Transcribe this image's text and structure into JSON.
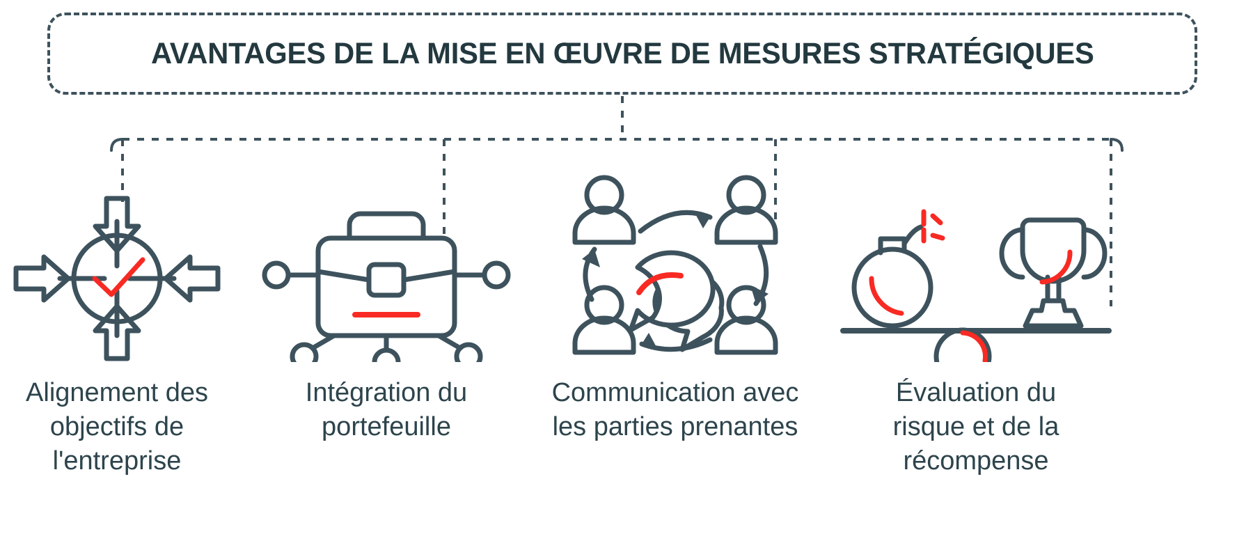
{
  "title": {
    "text": "AVANTAGES DE LA MISE EN ŒUVRE DE MESURES STRATÉGIQUES"
  },
  "colors": {
    "ink": "#3d525c",
    "ink_dark": "#2d444c",
    "accent_red": "#f82a23",
    "background": "#ffffff"
  },
  "nodes": [
    {
      "id": "alignment",
      "icon": "target-arrows-check-icon",
      "caption": "Alignement des objectifs de l'entreprise"
    },
    {
      "id": "portfolio",
      "icon": "briefcase-network-icon",
      "caption": "Intégration du portefeuille"
    },
    {
      "id": "communication",
      "icon": "people-speech-bubbles-cycle-icon",
      "caption": "Communication avec les parties prenantes"
    },
    {
      "id": "risk-reward",
      "icon": "bomb-trophy-balance-icon",
      "caption": "Évaluation du risque et de la récompense"
    }
  ]
}
